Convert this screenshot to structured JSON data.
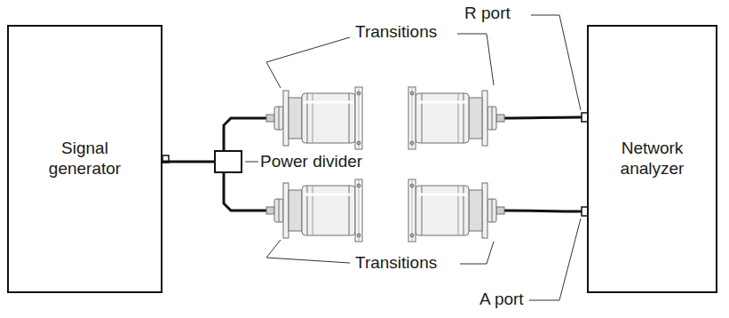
{
  "diagram": {
    "nodes": [
      {
        "text": [
          "Signal generator"
        ]
      },
      {
        "text": [
          "Power divider"
        ]
      },
      {
        "text": [
          "Network analyzer"
        ]
      }
    ],
    "edges": [
      {
        "from": 0,
        "to": 1,
        "arrow": "none"
      }
    ],
    "labels": [
      "R port",
      "Transitions",
      "Transitions",
      "A port"
    ]
  }
}
